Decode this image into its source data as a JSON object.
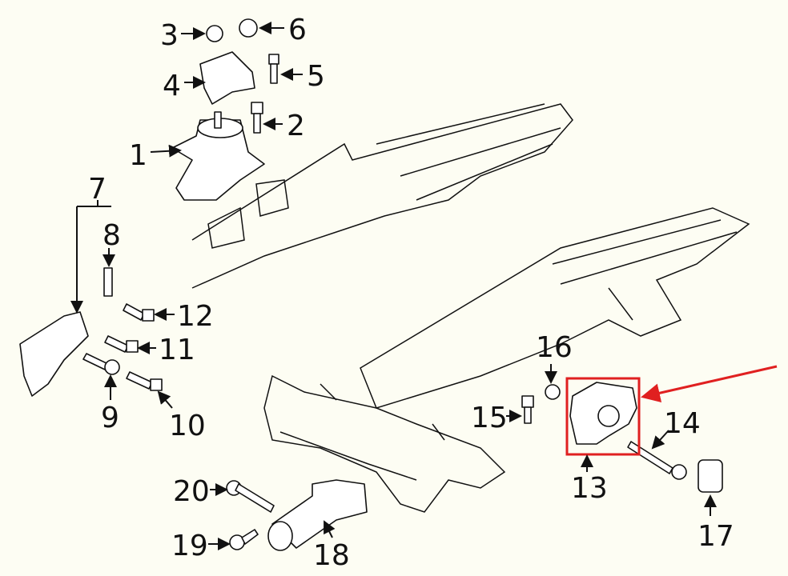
{
  "labels": {
    "p1": "1",
    "p2": "2",
    "p3": "3",
    "p4": "4",
    "p5": "5",
    "p6": "6",
    "p7": "7",
    "p8": "8",
    "p9": "9",
    "p10": "10",
    "p11": "11",
    "p12": "12",
    "p13": "13",
    "p14": "14",
    "p15": "15",
    "p16": "16",
    "p17": "17",
    "p18": "18",
    "p19": "19",
    "p20": "20"
  },
  "highlight": {
    "part": "13",
    "color": "#e02020"
  }
}
